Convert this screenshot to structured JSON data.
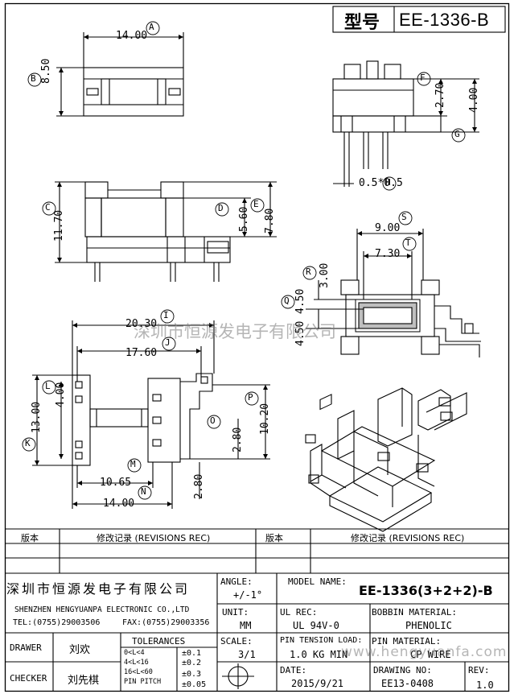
{
  "title_block": {
    "model_label": "型号",
    "model_value": "EE-1336-B"
  },
  "dims": {
    "A": "14.00",
    "B": "8.50",
    "C": "11.70",
    "D": "5.60",
    "E": "7.80",
    "F": "2.70",
    "G": "4.00",
    "H": "0.5*0.5",
    "I": "20.30",
    "J": "17.60",
    "K": "13.00",
    "L": "4.00",
    "M": "10.65",
    "N": "14.00",
    "O": "2.80",
    "P": "10.20",
    "M2": "2.80",
    "R": "3.00",
    "Q": "4.50",
    "S": "9.00",
    "T": "7.30"
  },
  "callouts": [
    "A",
    "B",
    "C",
    "D",
    "E",
    "F",
    "G",
    "H",
    "I",
    "J",
    "K",
    "L",
    "M",
    "N",
    "O",
    "P",
    "Q",
    "R",
    "S",
    "T"
  ],
  "watermark": "深圳市恒源发电子有限公司",
  "watermark_url": "www.hengyuanfa.com",
  "revisions": {
    "version_label": "版本",
    "record_label": "修改记录 (REVISIONS REC)"
  },
  "company": {
    "name_cn": "深圳市恒源发电子有限公司",
    "name_en": "SHENZHEN HENGYUANPA ELECTRONIC CO.,LTD",
    "tel": "TEL:(0755)29003506",
    "fax": "FAX:(0755)29003356"
  },
  "fields": {
    "angle_label": "ANGLE:",
    "angle_value": "+/-1°",
    "model_name_label": "MODEL NAME:",
    "model_name_value": "EE-1336(3+2+2)-B",
    "unit_label": "UNIT:",
    "unit_value": "MM",
    "ul_label": "UL REC:",
    "ul_value": "UL 94V-0",
    "bobbin_label": "BOBBIN MATERIAL:",
    "bobbin_value": "PHENOLIC",
    "scale_label": "SCALE:",
    "scale_value": "3/1",
    "pin_tension_label": "PIN TENSION LOAD:",
    "pin_tension_value": "1.0 KG MIN",
    "pin_material_label": "PIN MATERIAL:",
    "pin_material_value": "CP WIRE",
    "date_label": "DATE:",
    "date_value": "2015/9/21",
    "drawing_label": "DRAWING NO:",
    "drawing_value": "EE13-0408",
    "rev_label": "REV:",
    "rev_value": "1.0",
    "drawer_label": "DRAWER",
    "drawer_value": "刘欢",
    "checker_label": "CHECKER",
    "checker_value": "刘先棋",
    "tolerances_label": "TOLERANCES",
    "tol_rows": [
      {
        "range": "0<L<4",
        "value": "±0.1"
      },
      {
        "range": "4<L<16",
        "value": "±0.2"
      },
      {
        "range": "16<L<60",
        "value": "±0.3"
      },
      {
        "range": "PIN PITCH",
        "value": "±0.05"
      }
    ]
  }
}
